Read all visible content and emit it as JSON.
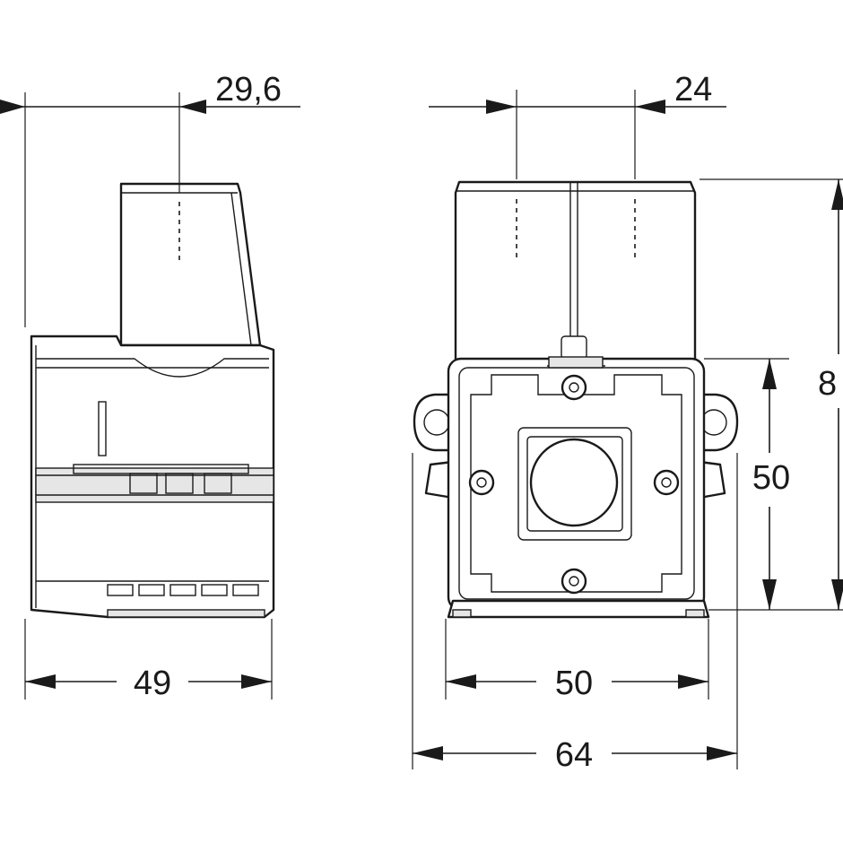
{
  "dimensions": {
    "left_top_offset": "29,6",
    "right_top_offset": "24",
    "left_width": "49",
    "inner_width": "50",
    "outer_width": "64",
    "inner_height": "50",
    "overall_height": "8"
  }
}
